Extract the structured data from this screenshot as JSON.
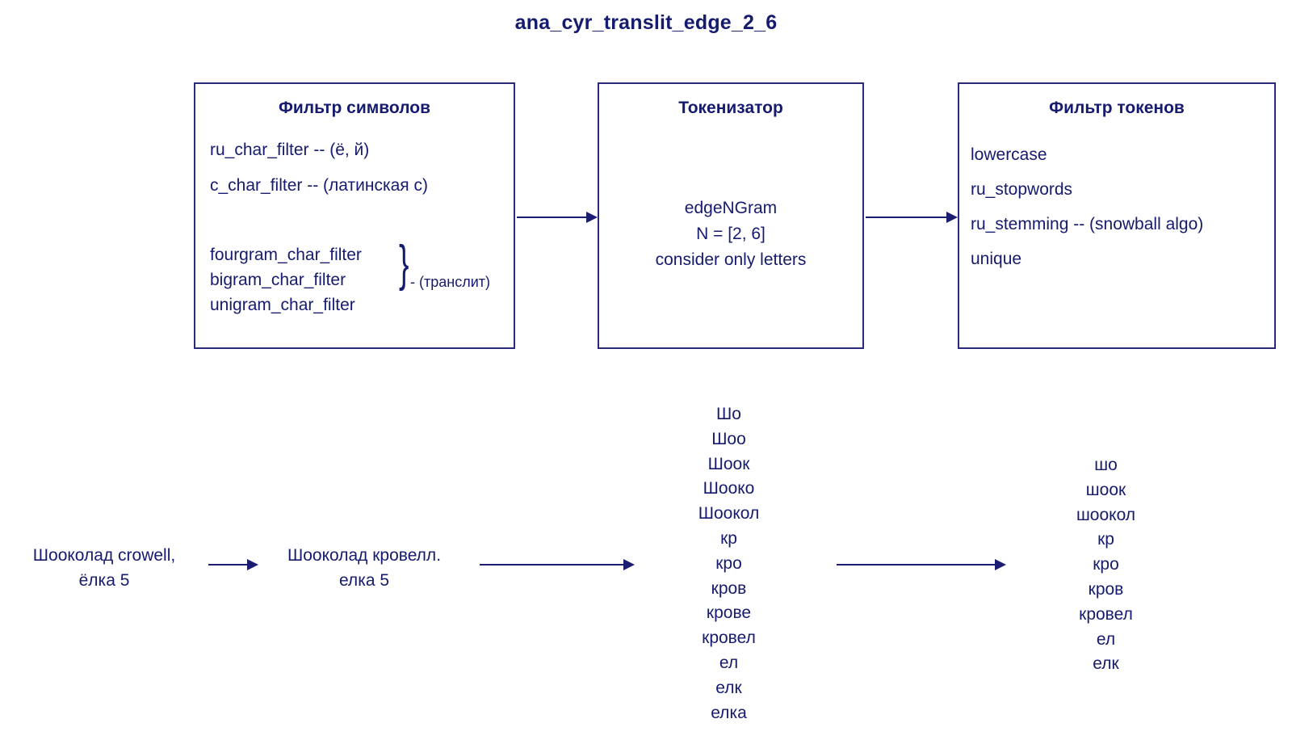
{
  "title": "ana_cyr_translit_edge_2_6",
  "colors": {
    "ink": "#151b6e",
    "stroke": "#2a2a78",
    "background": "#ffffff"
  },
  "stages": {
    "char_filter": {
      "title": "Фильтр символов",
      "lines": [
        "ru_char_filter -- (ё, й)",
        "c_char_filter -- (латинская c)"
      ],
      "translit_group": [
        "fourgram_char_filter",
        "bigram_char_filter",
        "unigram_char_filter"
      ],
      "translit_brace": "}",
      "translit_label": "- (транслит)"
    },
    "tokenizer": {
      "title": "Токенизатор",
      "lines": [
        "edgeNGram",
        "N = [2, 6]",
        "consider only letters"
      ]
    },
    "token_filter": {
      "title": "Фильтр токенов",
      "lines": [
        "lowercase",
        "ru_stopwords",
        "ru_stemming -- (snowball algo)",
        "unique"
      ]
    }
  },
  "example": {
    "input": [
      "Шооколад crowell,",
      "ёлка 5"
    ],
    "normalized": [
      "Шооколад кровелл.",
      "елка 5"
    ],
    "tokens": [
      "Шо",
      "Шоо",
      "Шоок",
      "Шооко",
      "Шоокол",
      "кр",
      "кро",
      "кров",
      "крове",
      "кровел",
      "ел",
      "елк",
      "елка"
    ],
    "output": [
      "шо",
      "шоок",
      "шоокол",
      "кр",
      "кро",
      "кров",
      "кровел",
      "ел",
      "елк"
    ]
  }
}
